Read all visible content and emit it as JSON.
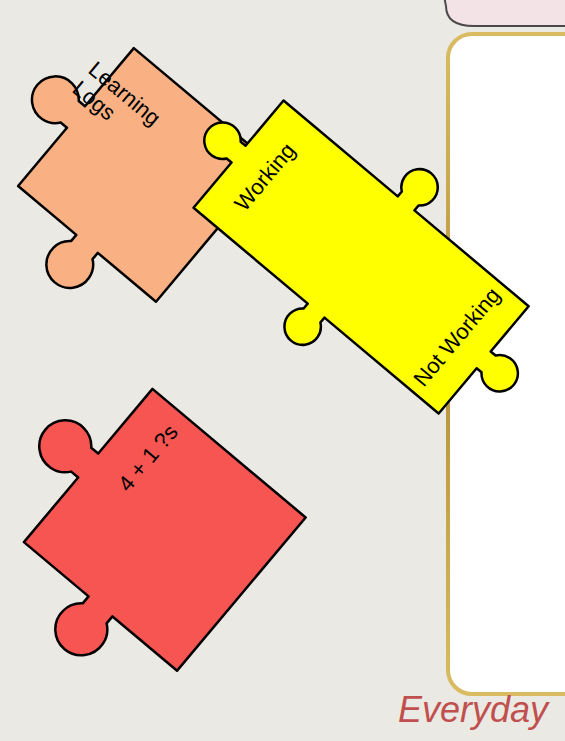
{
  "diagram": {
    "nodes": [
      {
        "text": [
          "Learning Logs"
        ]
      },
      {
        "text": [
          "Working",
          "Not Working"
        ]
      },
      {
        "text": [
          "4 + 1 ?s"
        ]
      }
    ],
    "labels": [
      "Everyday"
    ]
  }
}
